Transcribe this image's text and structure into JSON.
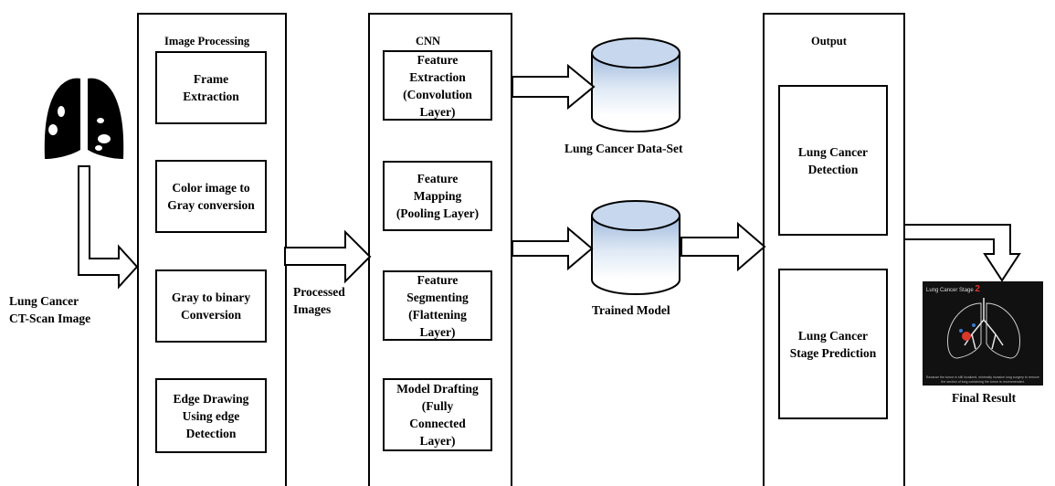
{
  "input": {
    "label": "Lung Cancer\nCT-Scan Image"
  },
  "image_processing": {
    "title": "Image Processing",
    "steps": [
      "Frame\nExtraction",
      "Color image to\nGray conversion",
      "Gray to binary\nConversion",
      "Edge Drawing\nUsing edge\nDetection"
    ]
  },
  "processed_label": "Processed\nImages",
  "cnn": {
    "title": "CNN",
    "layers": [
      "Feature\nExtraction\n(Convolution\nLayer)",
      "Feature\nMapping\n(Pooling Layer)",
      "Feature\nSegmenting\n(Flattening\nLayer)",
      "Model Drafting\n(Fully\nConnected\nLayer)"
    ]
  },
  "dataset_label": "Lung Cancer Data-Set",
  "model_label": "Trained Model",
  "output": {
    "title": "Output",
    "items": [
      "Lung Cancer\nDetection",
      "Lung Cancer\nStage Prediction"
    ]
  },
  "final_result": {
    "label": "Final Result",
    "thumb_title": "Lung Cancer Stage",
    "thumb_stage": "2",
    "thumb_caption": "Because the tumor is still localized, minimally invasive lung surgery to remove the section of lung containing the tumor is recommended."
  },
  "colors": {
    "cylinder_top": "#b9cee8",
    "cylinder_body": "#ffffff",
    "thumb_bg": "#111111",
    "thumb_accent": "#d8372a"
  }
}
